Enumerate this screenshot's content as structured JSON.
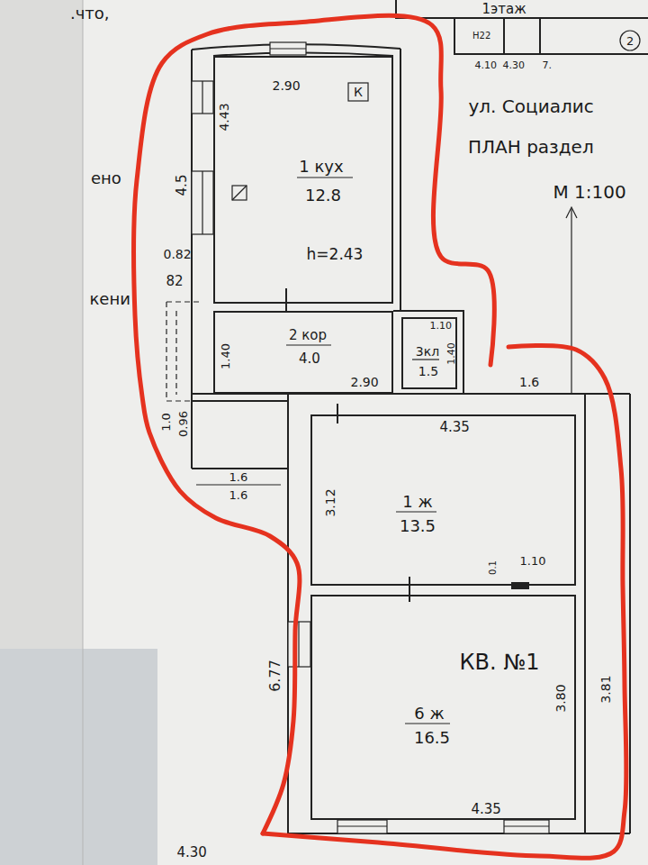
{
  "diagram": {
    "nodes": [
      {
        "text": [
          "1 кух",
          "12.8",
          "h=2.43"
        ]
      },
      {
        "text": [
          "2 кор",
          "4.0"
        ]
      },
      {
        "text": [
          "3кл",
          "1.5"
        ]
      },
      {
        "text": [
          "1 ж",
          "13.5"
        ]
      },
      {
        "text": [
          "6 ж",
          "16.5"
        ]
      }
    ],
    "labels": [
      ".что,",
      "1этаж",
      "ено",
      "кени",
      "4.5",
      "0.82",
      "82",
      "1.0",
      "0.96",
      "1.6",
      "1.6",
      "2.90",
      "К",
      "4.43",
      "1.40",
      "1.10",
      "1.40",
      "2.90",
      "1.6",
      "4.35",
      "3.12",
      "0.1",
      "1.10",
      "КВ. №1",
      "3.80",
      "3.81",
      "6.77",
      "4.35",
      "4.30",
      "ул. Социалис",
      "ПЛАН раздел",
      "М 1:100",
      "4.10",
      "4.30",
      "7.",
      "2",
      "Н22"
    ]
  }
}
